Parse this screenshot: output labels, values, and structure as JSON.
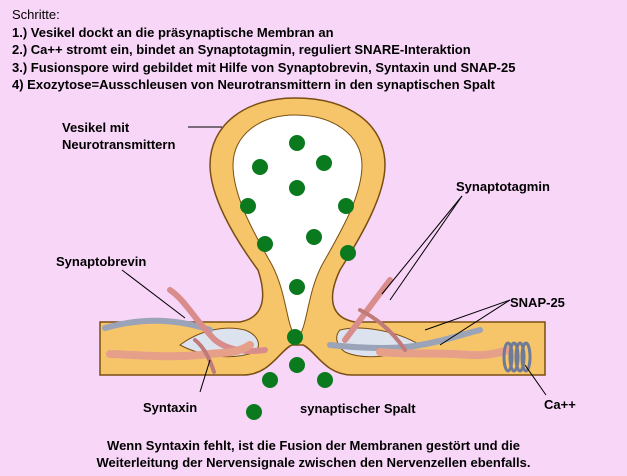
{
  "steps": {
    "title": "Schritte:",
    "items": [
      "1.) Vesikel dockt an die präsynaptische Membran an",
      "2.) Ca++ stromt ein, bindet an Synaptotagmin, reguliert SNARE-Interaktion",
      "3.) Fusionspore wird gebildet mit Hilfe von Synaptobrevin, Syntaxin und SNAP-25",
      "4) Exozytose=Ausschleusen von Neurotransmittern in den synaptischen Spalt"
    ]
  },
  "labels": {
    "vesicle_line1": "Vesikel mit",
    "vesicle_line2": "Neurotransmittern",
    "synaptotagmin": "Synaptotagmin",
    "synaptobrevin": "Synaptobrevin",
    "snap25": "SNAP-25",
    "syntaxin": "Syntaxin",
    "cleft": "synaptischer Spalt",
    "calcium": "Ca++"
  },
  "caption": {
    "line1": "Wenn Syntaxin fehlt, ist die Fusion der Membranen gestört und die",
    "line2": "Weiterleitung der Nervensignale zwischen den Nervenzellen ebenfalls."
  },
  "colors": {
    "background": "#f8d6f8",
    "membrane_fill": "#f6c56a",
    "membrane_outline": "#7a4e12",
    "interior": "#ffffff",
    "neurotransmitter": "#0b7a1e",
    "protein_pink": "#d98c8c",
    "protein_grey": "#9aa3b8"
  }
}
